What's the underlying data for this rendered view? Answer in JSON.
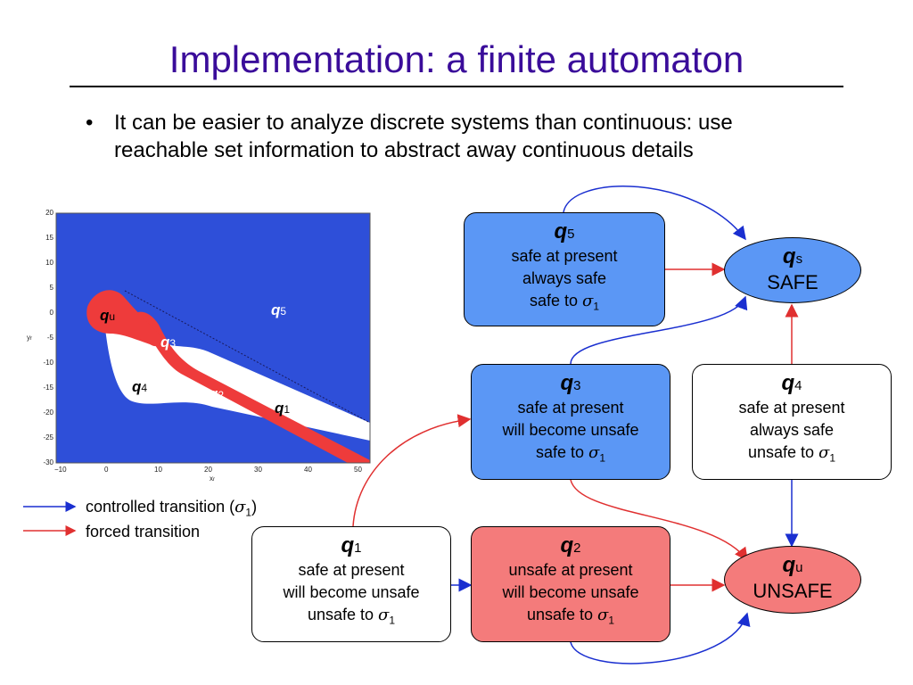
{
  "slide": {
    "title": "Implementation:  a finite automaton",
    "bullet": "It can be easier to analyze discrete systems than continuous: use reachable set information to abstract away continuous details"
  },
  "colors": {
    "title": "#3a0c9a",
    "safe_node": "#5b97f5",
    "unsafe_node": "#f47b7b",
    "plot_background": "#2e4fd9",
    "unsafe_region": "#ee3b3b",
    "controlled_arrow": "#1a2fd0",
    "forced_arrow": "#e03030"
  },
  "legend": {
    "controlled": "controlled transition (",
    "controlled_sigma": "σ",
    "controlled_sub": "1",
    "controlled_close": ")",
    "forced": "forced transition"
  },
  "plot": {
    "x_ticks": [
      "−10",
      "0",
      "10",
      "20",
      "30",
      "40",
      "50"
    ],
    "y_ticks": [
      "20",
      "15",
      "10",
      "5",
      "0",
      "-5",
      "-10",
      "-15",
      "-20",
      "-25",
      "-30"
    ],
    "x_label": "x",
    "x_label_sub": "r",
    "y_label": "y",
    "y_label_sub": "r",
    "regions": [
      {
        "q": "q",
        "sub": "u"
      },
      {
        "q": "q",
        "sub": "3"
      },
      {
        "q": "q",
        "sub": "5"
      },
      {
        "q": "q",
        "sub": "4"
      },
      {
        "q": "q",
        "sub": "2"
      },
      {
        "q": "q",
        "sub": "1"
      }
    ]
  },
  "nodes": {
    "q5": {
      "q": "q",
      "sub": "5",
      "lines": [
        "safe at present",
        "always safe",
        "safe to "
      ],
      "sigma": "σ",
      "sigma_sub": "1"
    },
    "q3": {
      "q": "q",
      "sub": "3",
      "lines": [
        "safe at present",
        "will become unsafe",
        "safe to "
      ],
      "sigma": "σ",
      "sigma_sub": "1"
    },
    "q4": {
      "q": "q",
      "sub": "4",
      "lines": [
        "safe at present",
        "always safe",
        "unsafe to "
      ],
      "sigma": "σ",
      "sigma_sub": "1"
    },
    "q1": {
      "q": "q",
      "sub": "1",
      "lines": [
        "safe at present",
        "will become unsafe",
        "unsafe to "
      ],
      "sigma": "σ",
      "sigma_sub": "1"
    },
    "q2": {
      "q": "q",
      "sub": "2",
      "lines": [
        "unsafe at present",
        "will become unsafe",
        "unsafe to "
      ],
      "sigma": "σ",
      "sigma_sub": "1"
    },
    "qs": {
      "q": "q",
      "sub": "s",
      "label": "SAFE"
    },
    "qu": {
      "q": "q",
      "sub": "u",
      "label": "UNSAFE"
    }
  }
}
